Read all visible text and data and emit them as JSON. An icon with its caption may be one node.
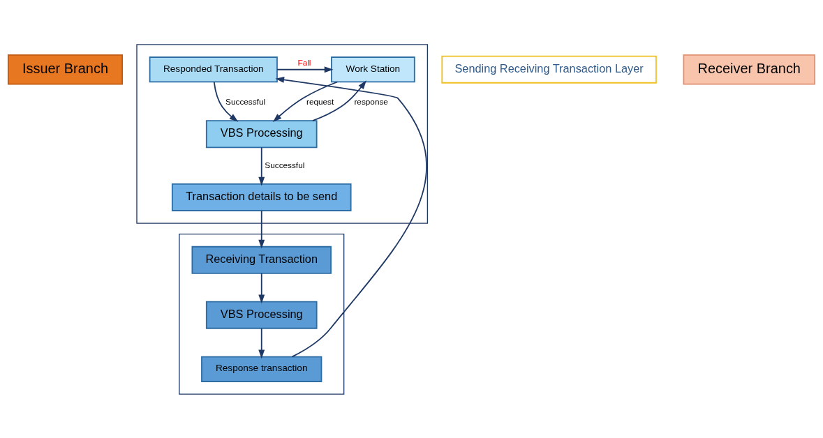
{
  "diagram": {
    "nodes": [
      {
        "text": [
          "Issuer Branch"
        ]
      },
      {
        "text": [],
        "shape": "box"
      },
      {
        "text": [
          "Work Station"
        ],
        "in": 1
      },
      {
        "text": [
          "VBS Processing"
        ],
        "in": 1
      },
      {
        "text": [
          "Responded Transaction"
        ],
        "in": 1
      },
      {
        "text": [
          "Transaction details to be send"
        ],
        "in": 1
      },
      {
        "text": [
          "Sending Receiving Transaction Layer"
        ]
      },
      {
        "text": [
          "Receiver Branch"
        ]
      },
      {
        "text": [],
        "shape": "box"
      },
      {
        "text": [
          "Receiving Transaction"
        ],
        "in": 8
      },
      {
        "text": [
          "VBS Processing"
        ],
        "in": 8
      },
      {
        "text": [
          "Response transaction"
        ],
        "in": 8
      }
    ],
    "edges": [
      {
        "from": 2,
        "to": 3,
        "arrow": "to",
        "label": "request"
      },
      {
        "from": 3,
        "to": 2,
        "arrow": "to",
        "label": "response"
      },
      {
        "from": 4,
        "to": 2,
        "arrow": "to",
        "label": "Fall"
      },
      {
        "from": 4,
        "to": 3,
        "arrow": "to",
        "label": "Successful"
      },
      {
        "from": 3,
        "to": 5,
        "arrow": "to",
        "label": "Successful"
      },
      {
        "from": 5,
        "to": 9,
        "arrow": "to"
      },
      {
        "from": 9,
        "to": 10,
        "arrow": "to"
      },
      {
        "from": 10,
        "to": 11,
        "arrow": "to"
      },
      {
        "from": 11,
        "to": 4,
        "arrow": "to"
      }
    ]
  }
}
